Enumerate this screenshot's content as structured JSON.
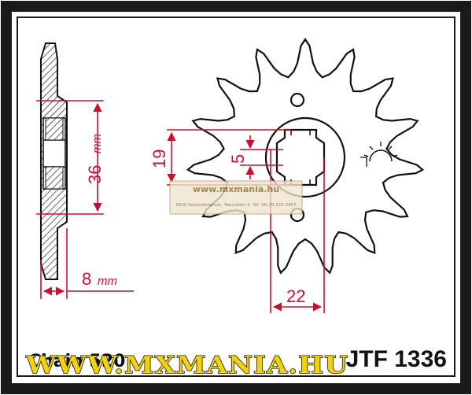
{
  "dimensions": {
    "height_label": "36",
    "height_unit": "mm",
    "width_label": "8",
    "width_unit": "mm",
    "spline_outer": "19",
    "key_width": "5",
    "bore": "22"
  },
  "footer": {
    "chain_label": "Chain 520",
    "part_number": "JTF 1336",
    "watermark": "WWW.MXMANIA.HU"
  },
  "stamp": {
    "title": "www.mxmania.hu",
    "address": "8000 Székesfehérvár, Táborállás 6.   Tel: 06-20-325-3457"
  },
  "colors": {
    "dimension": "#c8102e",
    "outline": "#111111",
    "watermark_fill": "#f2d20a",
    "frame": "#1a1a1a"
  }
}
